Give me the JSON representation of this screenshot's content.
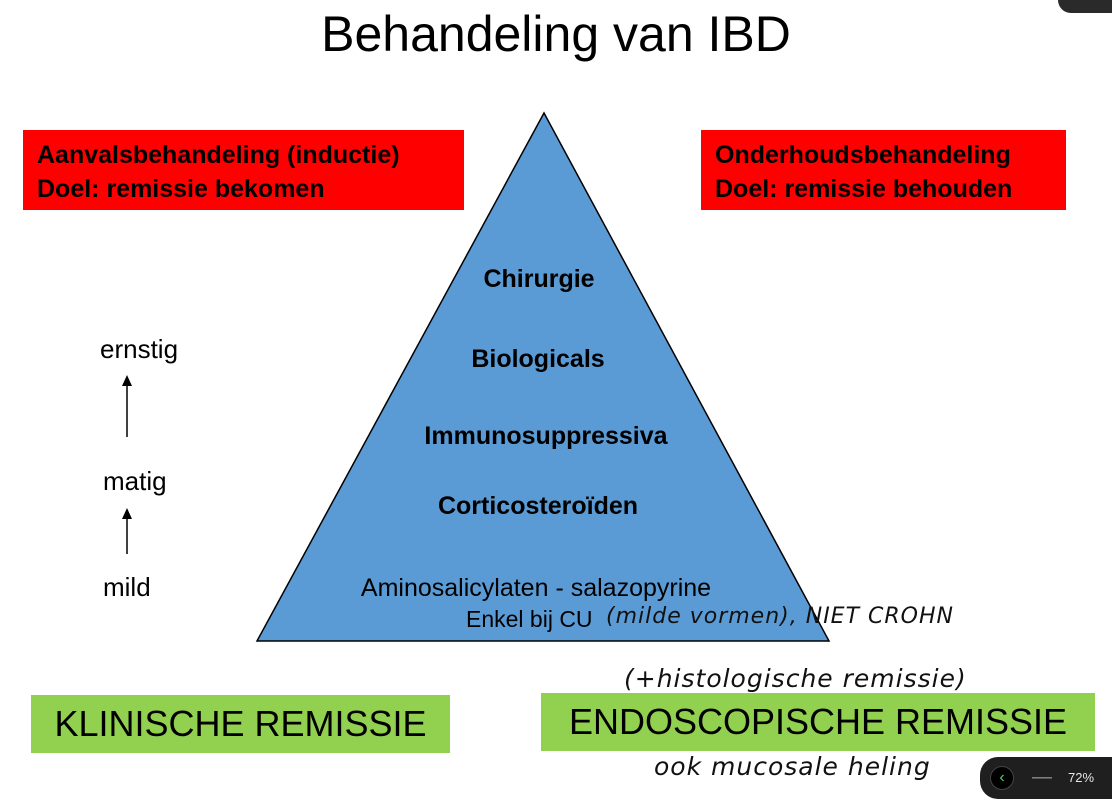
{
  "title": "Behandeling van IBD",
  "induction": {
    "line1": "Aanvalsbehandeling (inductie)",
    "line2": "Doel: remissie bekomen"
  },
  "maintenance": {
    "line1": "Onderhoudsbehandeling",
    "line2": "Doel: remissie behouden"
  },
  "severity": {
    "high": "ernstig",
    "mid": "matig",
    "low": "mild"
  },
  "pyramid": {
    "levels": [
      "Chirurgie",
      "Biologicals",
      "Immunosuppressiva",
      "Corticosteroïden"
    ],
    "base": "Aminosalicylaten - salazopyrine",
    "note": "Enkel bij CU",
    "annotation": "(milde vormen), NIET CROHN"
  },
  "clinical": "KLINISCHE REMISSIE",
  "endoscopic": "ENDOSCOPISCHE REMISSIE",
  "handwriting": {
    "above": "(+histologische remissie)",
    "below": "ook mucosale heling"
  },
  "zoom": {
    "level": "72%"
  },
  "colors": {
    "red": "#ff0000",
    "green": "#92d050",
    "pyramid": "#5b9bd5"
  }
}
